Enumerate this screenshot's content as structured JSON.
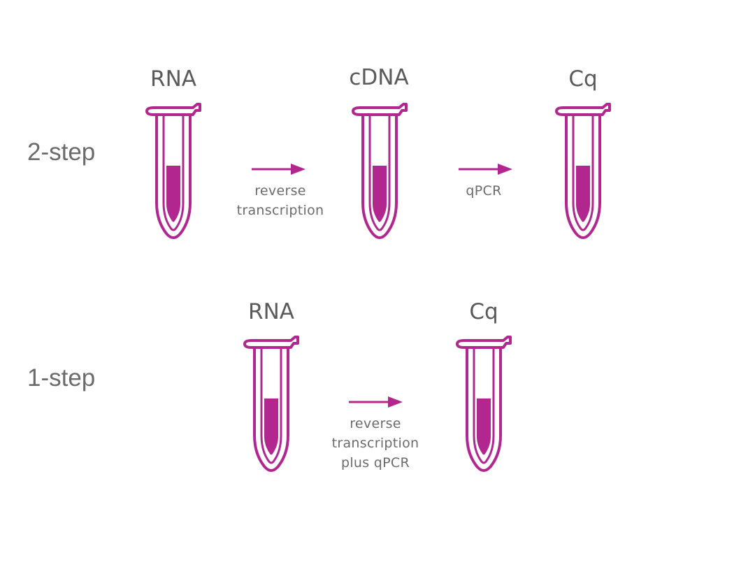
{
  "colors": {
    "tube": "#b1278f",
    "liquid": "#b1278f",
    "text": "#6b6b6b"
  },
  "two_step": {
    "row_label": "2-step",
    "tubes": [
      {
        "title": "RNA",
        "icon": "tube-icon"
      },
      {
        "title": "cDNA",
        "icon": "tube-icon"
      },
      {
        "title": "Cq",
        "icon": "tube-icon"
      }
    ],
    "steps": [
      {
        "lines": [
          "reverse",
          "transcription"
        ],
        "icon": "arrow-right-icon"
      },
      {
        "lines": [
          "qPCR"
        ],
        "icon": "arrow-right-icon"
      }
    ]
  },
  "one_step": {
    "row_label": "1-step",
    "tubes": [
      {
        "title": "RNA",
        "icon": "tube-icon"
      },
      {
        "title": "Cq",
        "icon": "tube-icon"
      }
    ],
    "steps": [
      {
        "lines": [
          "reverse",
          "transcription",
          "plus qPCR"
        ],
        "icon": "arrow-right-icon"
      }
    ]
  }
}
